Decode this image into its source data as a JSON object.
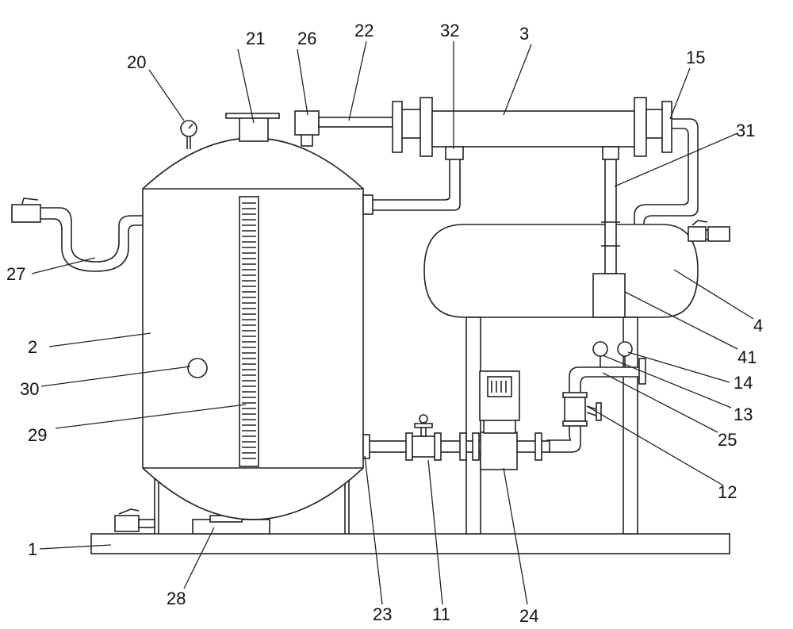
{
  "figure": {
    "labels": [
      "1",
      "2",
      "3",
      "4",
      "11",
      "12",
      "13",
      "14",
      "15",
      "20",
      "21",
      "22",
      "23",
      "24",
      "25",
      "26",
      "27",
      "28",
      "29",
      "30",
      "31",
      "32",
      "41"
    ],
    "line_color": "#222222",
    "background": "#ffffff"
  }
}
